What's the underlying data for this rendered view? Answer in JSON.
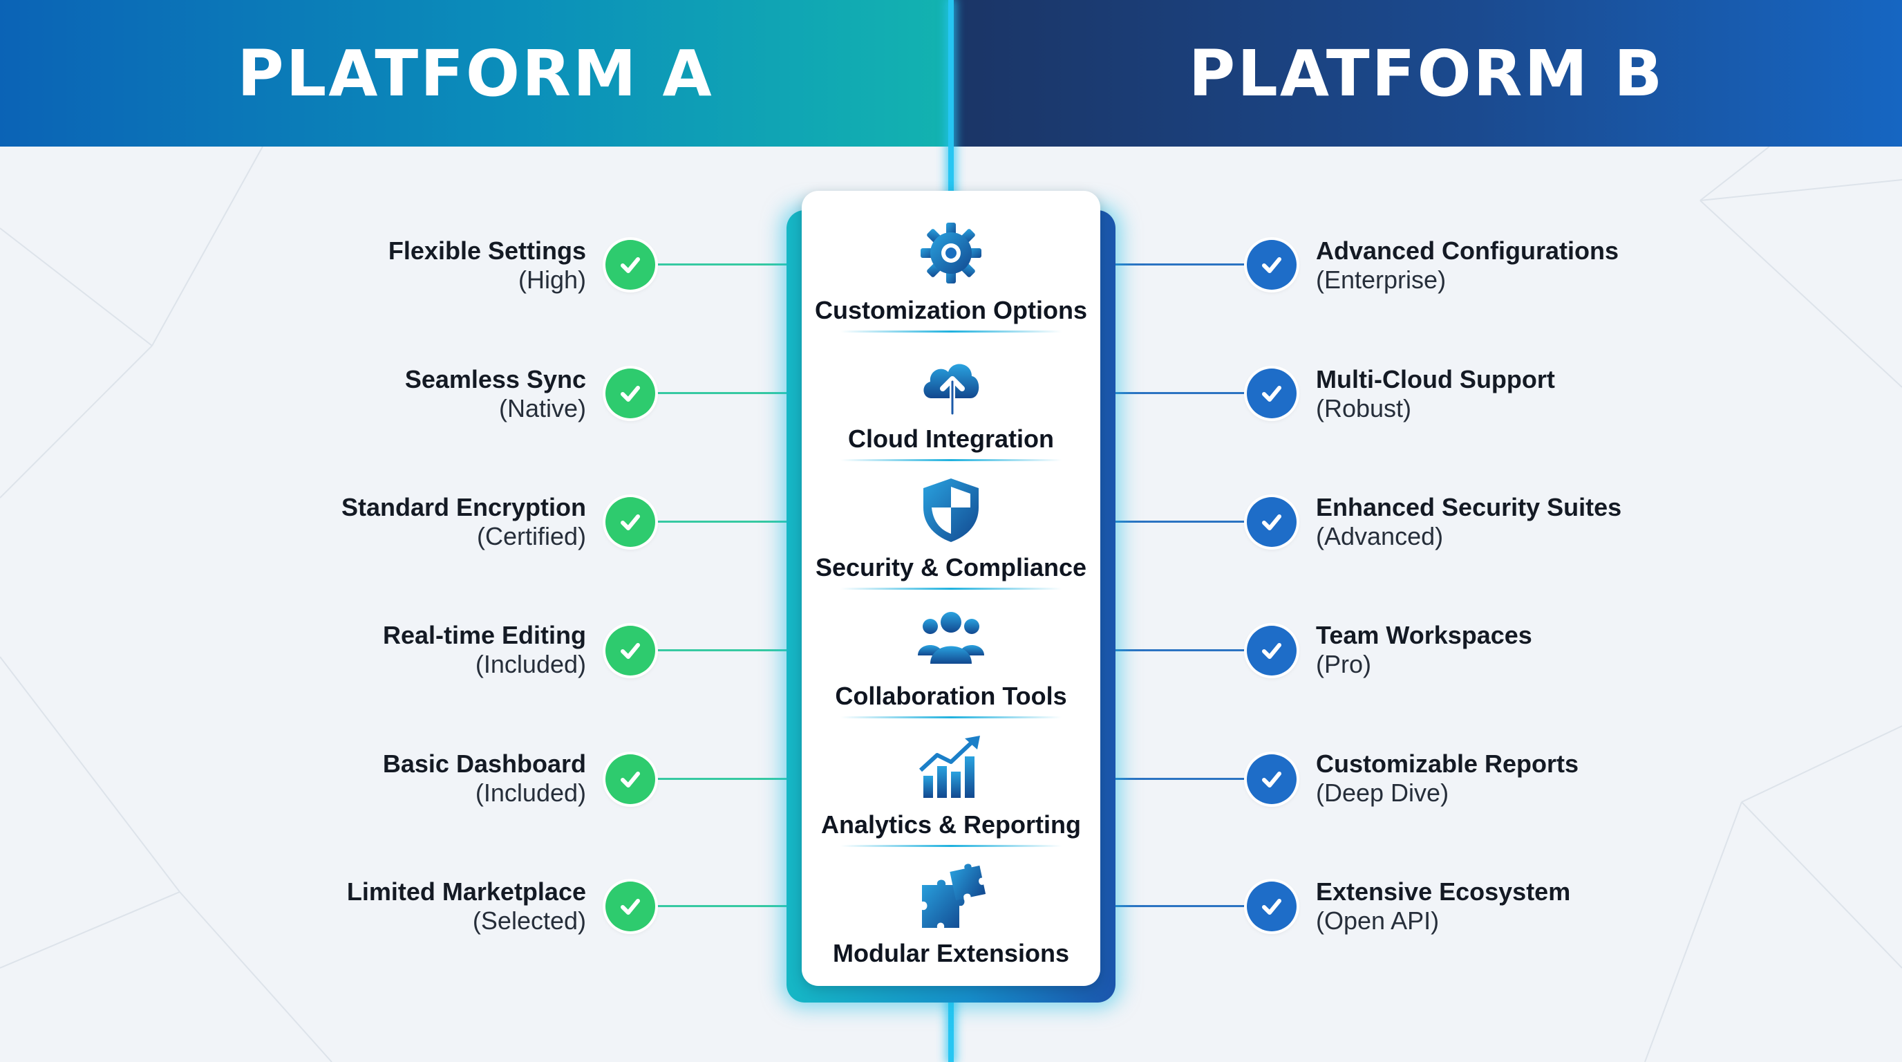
{
  "header": {
    "left_title": "PLATFORM A",
    "right_title": "PLATFORM B"
  },
  "colors": {
    "platform_a_check": "#2ecb6e",
    "platform_b_check": "#1e6dc8",
    "center_glow": "#26c6f2"
  },
  "categories": [
    {
      "label": "Customization Options",
      "icon": "gear-icon"
    },
    {
      "label": "Cloud Integration",
      "icon": "cloud-upload-icon"
    },
    {
      "label": "Security & Compliance",
      "icon": "shield-icon"
    },
    {
      "label": "Collaboration Tools",
      "icon": "team-icon"
    },
    {
      "label": "Analytics & Reporting",
      "icon": "bar-chart-icon"
    },
    {
      "label": "Modular Extensions",
      "icon": "puzzle-icon"
    }
  ],
  "platform_a": [
    {
      "name": "Flexible Settings",
      "detail": "(High)"
    },
    {
      "name": "Seamless Sync",
      "detail": "(Native)"
    },
    {
      "name": "Standard Encryption",
      "detail": "(Certified)"
    },
    {
      "name": "Real-time Editing",
      "detail": "(Included)"
    },
    {
      "name": "Basic Dashboard",
      "detail": "(Included)"
    },
    {
      "name": "Limited Marketplace",
      "detail": "(Selected)"
    }
  ],
  "platform_b": [
    {
      "name": "Advanced Configurations",
      "detail": "(Enterprise)"
    },
    {
      "name": "Multi-Cloud Support",
      "detail": "(Robust)"
    },
    {
      "name": "Enhanced Security Suites",
      "detail": "(Advanced)"
    },
    {
      "name": "Team Workspaces",
      "detail": "(Pro)"
    },
    {
      "name": "Customizable Reports",
      "detail": "(Deep Dive)"
    },
    {
      "name": "Extensive Ecosystem",
      "detail": "(Open API)"
    }
  ]
}
